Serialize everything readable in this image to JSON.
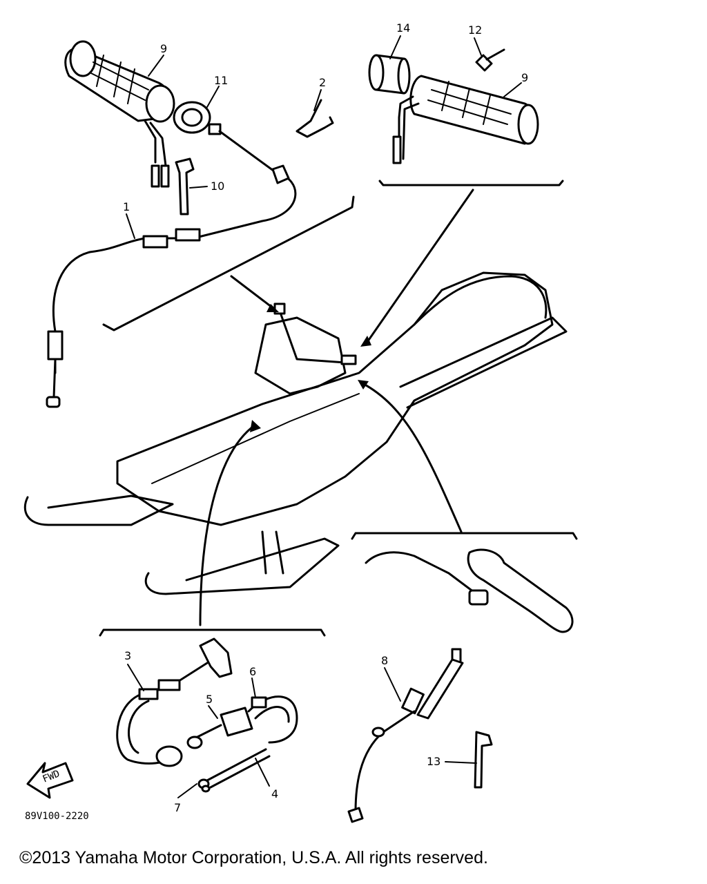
{
  "callouts": {
    "c1": "1",
    "c2": "2",
    "c3": "3",
    "c4": "4",
    "c5": "5",
    "c6": "6",
    "c7": "7",
    "c8": "8",
    "c9a": "9",
    "c9b": "9",
    "c10": "10",
    "c11": "11",
    "c12": "12",
    "c13": "13",
    "c14": "14"
  },
  "fwd_label": "FWD",
  "drawing_code": "89V100-2220",
  "copyright": "©2013 Yamaha Motor Corporation, U.S.A. All rights reserved."
}
